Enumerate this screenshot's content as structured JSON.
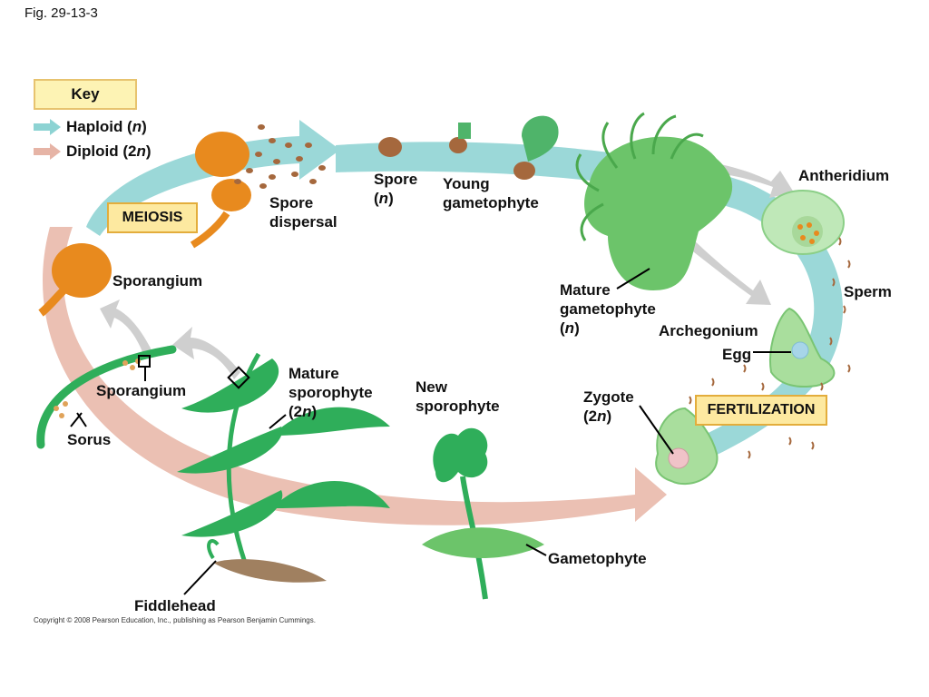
{
  "figure_label": "Fig. 29-13-3",
  "copyright": "Copyright © 2008 Pearson Education, Inc., publishing as Pearson Benjamin Cummings.",
  "key": {
    "title": "Key",
    "haploid": {
      "label": "Haploid (",
      "ploidy": "n",
      "close": ")",
      "color": "#8dd3d3"
    },
    "diploid": {
      "label": "Diploid (2",
      "ploidy": "n",
      "close": ")",
      "color": "#e6b4a6"
    }
  },
  "stages": {
    "meiosis": "MEIOSIS",
    "fertilization": "FERTILIZATION"
  },
  "labels": {
    "spore_dispersal": "Spore\ndispersal",
    "spore": "Spore\n(",
    "spore_n": "n",
    "young_gametophyte": "Young\ngametophyte",
    "antheridium": "Antheridium",
    "sperm": "Sperm",
    "mature_gametophyte": "Mature\ngametophyte\n(",
    "mature_gametophyte_n": "n",
    "archegonium": "Archegonium",
    "egg": "Egg",
    "zygote": "Zygote\n(2",
    "zygote_n": "n",
    "new_sporophyte": "New\nsporophyte",
    "gametophyte": "Gametophyte",
    "fiddlehead": "Fiddlehead",
    "mature_sporophyte": "Mature\nsporophyte\n(2",
    "mature_sporophyte_n": "n",
    "sporangium_top": "Sporangium",
    "sporangium_left": "Sporangium",
    "sorus": "Sorus"
  },
  "colors": {
    "haploid_band": "#9bd8d8",
    "diploid_band": "#ebc0b3",
    "plant_green": "#2fae5a",
    "gametophyte_green": "#6cc46a",
    "sporangium_orange": "#e88a1e",
    "spore_brown": "#a5683d",
    "gray_arrow": "#cfcfcf"
  }
}
